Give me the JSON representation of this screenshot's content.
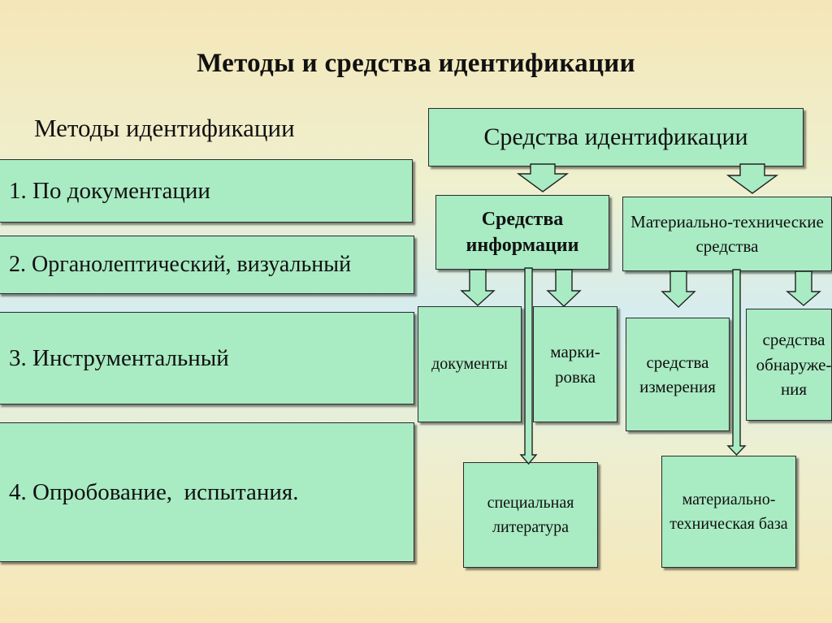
{
  "title": "Методы и средства идентификации",
  "methods": {
    "heading": "Методы идентификации",
    "items": [
      "1. По документации",
      "2. Органолептический, визуальный",
      "3. Инструментальный",
      "4. Опробование,  испытания."
    ]
  },
  "means": {
    "heading": "Средства идентификации",
    "info": {
      "label": "Средства информации",
      "children": [
        "документы",
        "марки-ровка",
        "специальная литература"
      ]
    },
    "material": {
      "label": "Материально-технические средства",
      "children": [
        "средства измерения",
        "средства обнаруже-ния",
        "материально-техническая база"
      ]
    }
  }
}
